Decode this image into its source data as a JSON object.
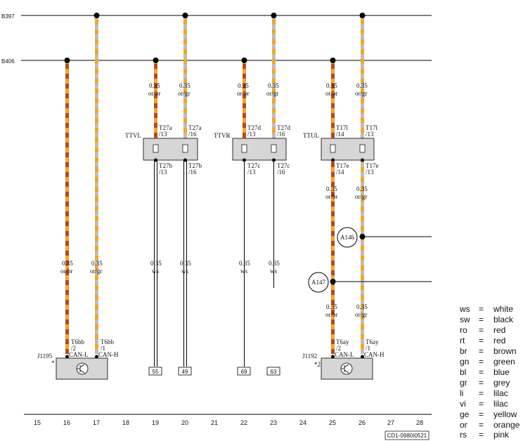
{
  "colors": {
    "stripe_orange": "#f5a623",
    "stripe_brown": "#b5472d",
    "stripe_grey": "#bdbdbd",
    "module_fill": "#d6d6d6",
    "line": "#000000"
  },
  "bus_labels": {
    "top": "B397",
    "bottom": "B406"
  },
  "wire_labels": [
    {
      "gauge": "0.35",
      "color": "or/br"
    },
    {
      "gauge": "0.35",
      "color": "or/gr"
    },
    {
      "gauge": "0.35",
      "color": "or/br"
    },
    {
      "gauge": "0.35",
      "color": "or/gr"
    },
    {
      "gauge": "0.35",
      "color": "or/br"
    },
    {
      "gauge": "0.35",
      "color": "or/gr"
    },
    {
      "gauge": "0.35",
      "color": "or/br"
    },
    {
      "gauge": "0.35",
      "color": "or/gr"
    },
    {
      "gauge": "0.35",
      "color": "or/br"
    },
    {
      "gauge": "0.35",
      "color": "or/gr"
    },
    {
      "gauge": "0.35",
      "color": "ws"
    },
    {
      "gauge": "0.35",
      "color": "ws"
    },
    {
      "gauge": "0.35",
      "color": "ws"
    },
    {
      "gauge": "0.35",
      "color": "ws"
    },
    {
      "gauge": "0.35",
      "color": "or/br"
    },
    {
      "gauge": "0.35",
      "color": "or/gr"
    }
  ],
  "connectors": {
    "ttvl": {
      "name": "TTVL",
      "top_l": "T27a",
      "top_l_pin": "/13",
      "top_r": "T27a",
      "top_r_pin": "/16",
      "bot_l": "T27b",
      "bot_l_pin": "/13",
      "bot_r": "T27b",
      "bot_r_pin": "/16"
    },
    "ttvr": {
      "name": "TTVR",
      "top_l": "T27d",
      "top_l_pin": "/13",
      "top_r": "T27d",
      "top_r_pin": "/16",
      "bot_l": "T27c",
      "bot_l_pin": "/13",
      "bot_r": "T27c",
      "bot_r_pin": "/16"
    },
    "ttul": {
      "name": "TTUL",
      "top_l": "T17l",
      "top_l_pin": "/14",
      "top_r": "T17l",
      "top_r_pin": "/13",
      "bot_l": "T17e",
      "bot_l_pin": "/14",
      "bot_r": "T17e",
      "bot_r_pin": "/13"
    }
  },
  "modules": {
    "j1195": {
      "name": "J1195",
      "marker": "*",
      "pin_l": "T6bb",
      "pin_l_num": "/2",
      "pin_l_sig": "CAN-L",
      "pin_r": "T6bb",
      "pin_r_num": "/1",
      "pin_r_sig": "CAN-H"
    },
    "j1192": {
      "name": "J1192",
      "marker": "*2",
      "pin_l": "T6ay",
      "pin_l_num": "/2",
      "pin_l_sig": "CAN-L",
      "pin_r": "T6ay",
      "pin_r_num": "/1",
      "pin_r_sig": "CAN-H"
    }
  },
  "splices": {
    "a146": "A146",
    "a147": "A147"
  },
  "refs": [
    "55",
    "49",
    "69",
    "63"
  ],
  "columns": [
    "15",
    "16",
    "17",
    "18",
    "19",
    "20",
    "21",
    "22",
    "23",
    "24",
    "25",
    "26",
    "27",
    "28"
  ],
  "diagram_code": "CD1-0980I0521",
  "legend": [
    {
      "code": "ws",
      "eq": "=",
      "name": "white"
    },
    {
      "code": "sw",
      "eq": "=",
      "name": "black"
    },
    {
      "code": "ro",
      "eq": "=",
      "name": "red"
    },
    {
      "code": "rt",
      "eq": "=",
      "name": "red"
    },
    {
      "code": "br",
      "eq": "=",
      "name": "brown"
    },
    {
      "code": "gn",
      "eq": "=",
      "name": "green"
    },
    {
      "code": "bl",
      "eq": "=",
      "name": "blue"
    },
    {
      "code": "gr",
      "eq": "=",
      "name": "grey"
    },
    {
      "code": "li",
      "eq": "=",
      "name": "lilac"
    },
    {
      "code": "vi",
      "eq": "=",
      "name": "lilac"
    },
    {
      "code": "ge",
      "eq": "=",
      "name": "yellow"
    },
    {
      "code": "or",
      "eq": "=",
      "name": "orange"
    },
    {
      "code": "rs",
      "eq": "=",
      "name": "pink"
    }
  ]
}
